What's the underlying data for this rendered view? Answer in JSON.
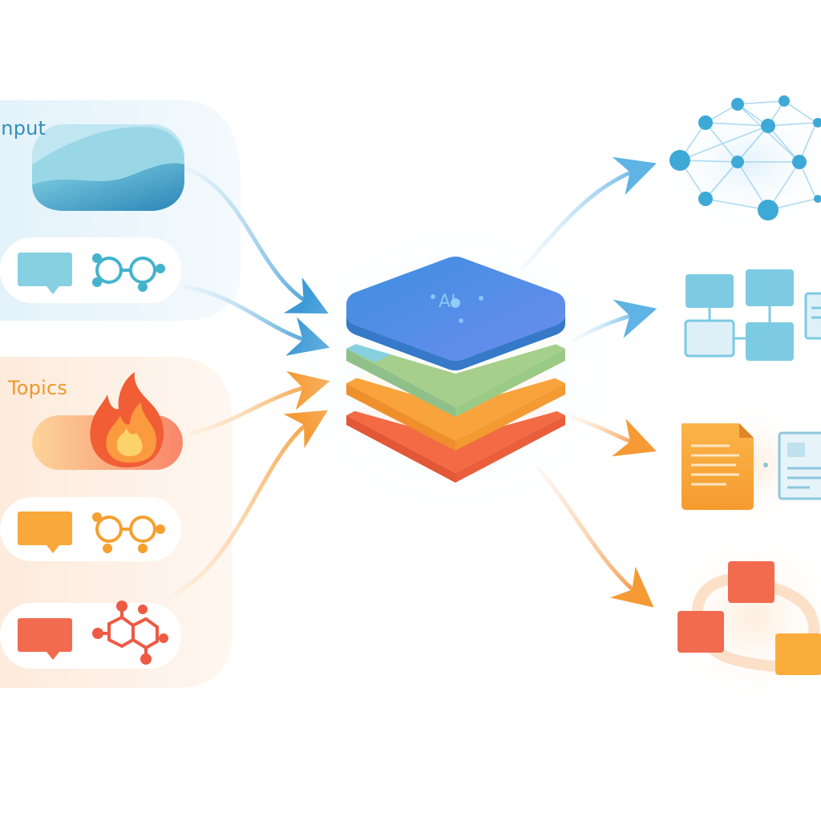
{
  "diagram": {
    "input_label": "Input",
    "topics_label": "Topics",
    "core_label": "AI"
  },
  "colors": {
    "blue": "#3f9fd6",
    "teal": "#7fd0e0",
    "green": "#9cc98a",
    "orange": "#f8a33c",
    "red": "#f26b45",
    "input_panel": "#eaf5fb",
    "topics_panel": "#fdf1e7"
  },
  "icons": [
    "wave-card-icon",
    "speech-bubble-icon",
    "molecule-icon",
    "flame-icon",
    "neural-network-icon",
    "flowchart-icon",
    "document-icon",
    "id-card-icon",
    "cycle-blocks-icon",
    "layer-stack-icon"
  ]
}
